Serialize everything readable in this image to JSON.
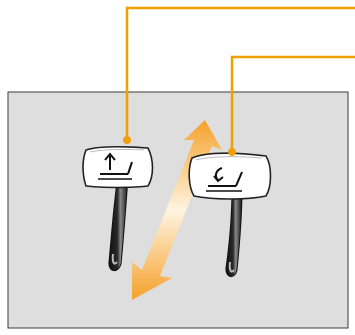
{
  "figure": {
    "colors": {
      "background": "#ffffff",
      "panel_fill": "#dedede",
      "panel_stroke": "#3a3a3a",
      "callout_line": "#f0a000",
      "arrow_top": "#f5a12a",
      "arrow_mid": "#fff4e0",
      "arrow_bottom": "#f5a12a",
      "lever_dark": "#1a1a1a",
      "lever_highlight": "#bdbdbd",
      "knob_fill": "#ffffff",
      "knob_stroke": "#222222",
      "callout_dot": "#f0a000"
    },
    "callouts": [
      {
        "id": "callout-seat-height-lever",
        "icon": "seat-raise-icon"
      },
      {
        "id": "callout-backrest-tilt-lever",
        "icon": "backrest-tilt-icon"
      }
    ],
    "movement_arrow": {
      "icon": "double-headed-vertical-arrow-icon",
      "meaning": "up-down"
    }
  }
}
